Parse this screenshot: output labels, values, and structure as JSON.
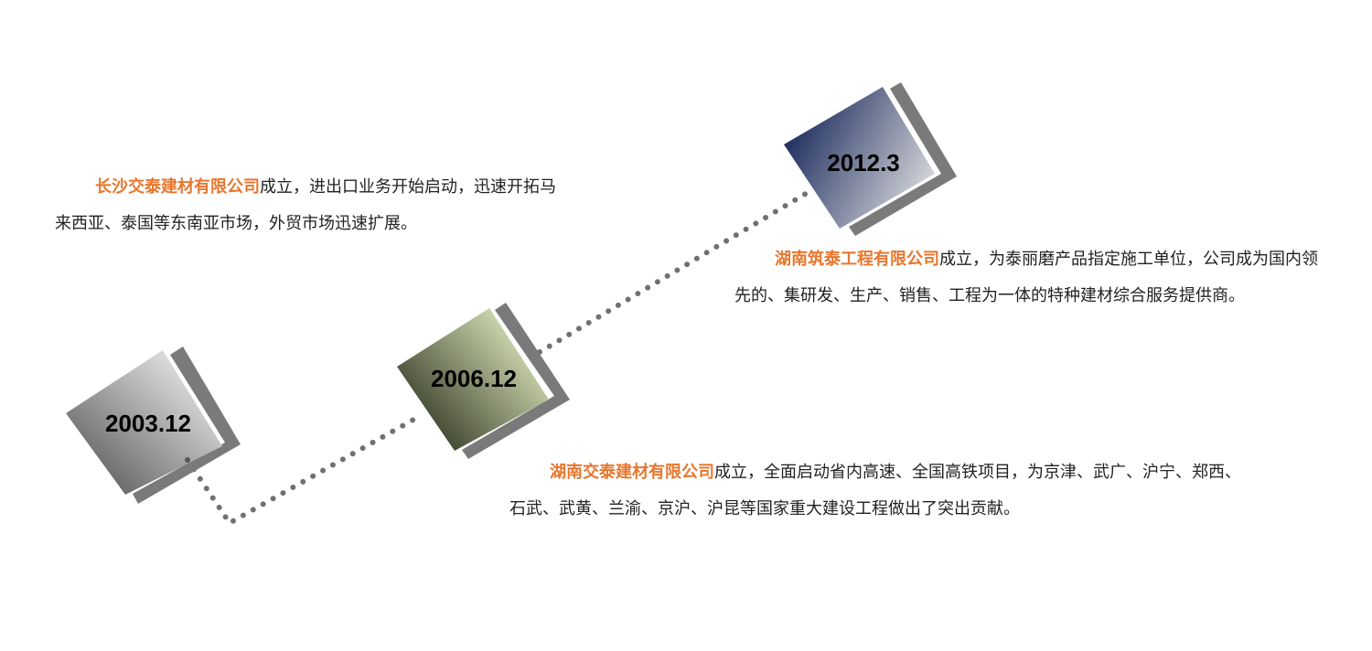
{
  "milestones": [
    {
      "year": "2003.12",
      "company": "长沙交泰建材有限公司",
      "text": "成立，进出口业务开始启动，迅速开拓马来西亚、泰国等东南亚市场，外贸市场迅速扩展。"
    },
    {
      "year": "2006.12",
      "company": "湖南交泰建材有限公司",
      "text": "成立，全面启动省内高速、全国高铁项目，为京津、武广、沪宁、郑西、石武、武黄、兰渝、京沪、沪昆等国家重大建设工程做出了突出贡献。"
    },
    {
      "year": "2012.3",
      "company": "湖南筑泰工程有限公司",
      "text": "成立，为泰丽磨产品指定施工单位，公司成为国内领先的、集研发、生产、销售、工程为一体的特种建材综合服务提供商。"
    }
  ],
  "colors": {
    "highlight": "#e8762d",
    "shadow": "#7a7a7a",
    "dots": "#707070"
  }
}
